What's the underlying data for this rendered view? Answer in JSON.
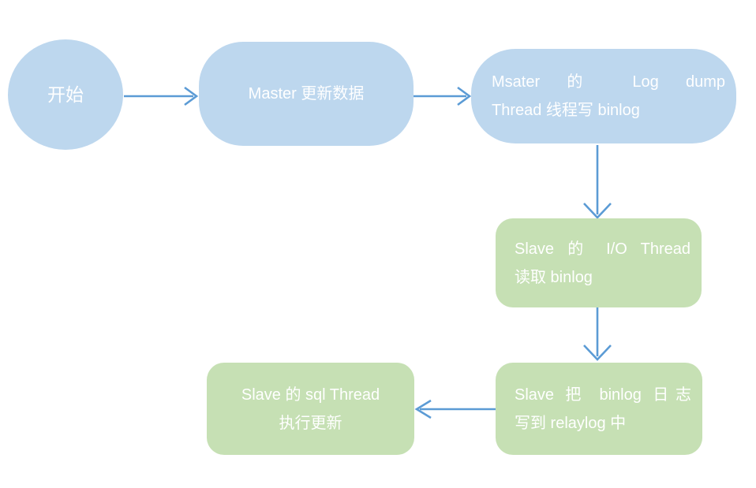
{
  "colors": {
    "node_blue": "#bdd7ee",
    "node_green": "#c6e0b4",
    "arrow_blue": "#5b9bd5",
    "text_white": "#ffffff"
  },
  "diagram": {
    "type": "flowchart",
    "topic": "MySQL master-slave binlog replication flow",
    "nodes": [
      {
        "id": "start",
        "shape": "circle",
        "color": "blue",
        "label": "开始"
      },
      {
        "id": "master-update",
        "shape": "rounded-pill",
        "color": "blue",
        "label": "Master 更新数据"
      },
      {
        "id": "log-dump-thread",
        "shape": "rounded-pill",
        "color": "blue",
        "lines": [
          "Msater 的 Log dump",
          "Thread 线程写 binlog"
        ]
      },
      {
        "id": "slave-io-thread",
        "shape": "rounded-rect",
        "color": "green",
        "lines": [
          "Slave 的 I/O Thread",
          "读取 binlog"
        ]
      },
      {
        "id": "slave-write-relaylog",
        "shape": "rounded-rect",
        "color": "green",
        "lines": [
          "Slave 把 binlog 日志",
          "写到 relaylog 中"
        ]
      },
      {
        "id": "slave-sql-thread",
        "shape": "rounded-rect",
        "color": "green",
        "lines": [
          "Slave 的 sql Thread",
          "执行更新"
        ]
      }
    ],
    "edges": [
      {
        "from": "start",
        "to": "master-update",
        "direction": "right"
      },
      {
        "from": "master-update",
        "to": "log-dump-thread",
        "direction": "right"
      },
      {
        "from": "log-dump-thread",
        "to": "slave-io-thread",
        "direction": "down"
      },
      {
        "from": "slave-io-thread",
        "to": "slave-write-relaylog",
        "direction": "down"
      },
      {
        "from": "slave-write-relaylog",
        "to": "slave-sql-thread",
        "direction": "left"
      }
    ]
  }
}
